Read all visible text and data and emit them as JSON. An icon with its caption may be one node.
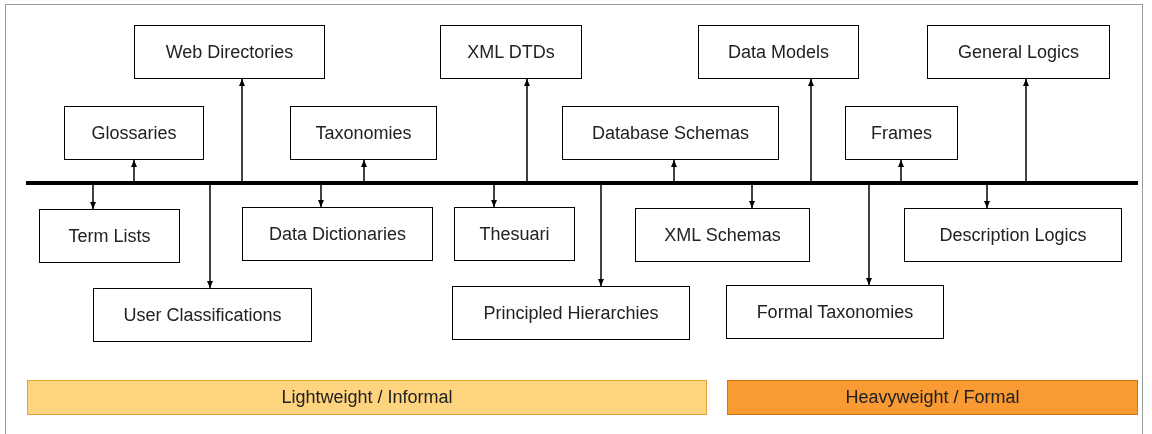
{
  "diagram": {
    "nodes": [
      {
        "text": [
          "Web Directories"
        ]
      },
      {
        "text": [
          "XML DTDs"
        ]
      },
      {
        "text": [
          "Data Models"
        ]
      },
      {
        "text": [
          "General Logics"
        ]
      },
      {
        "text": [
          "Glossaries"
        ]
      },
      {
        "text": [
          "Taxonomies"
        ]
      },
      {
        "text": [
          "Database Schemas"
        ]
      },
      {
        "text": [
          "Frames"
        ]
      },
      {
        "text": [],
        "shape": "bar"
      },
      {
        "text": [
          "Term Lists"
        ]
      },
      {
        "text": [
          "Data Dictionaries"
        ]
      },
      {
        "text": [
          "Thesuari"
        ]
      },
      {
        "text": [
          "XML Schemas"
        ]
      },
      {
        "text": [
          "Description Logics"
        ]
      },
      {
        "text": [
          "User Classifications"
        ]
      },
      {
        "text": [
          "Principled Hierarchies"
        ]
      },
      {
        "text": [
          "Formal Taxonomies"
        ]
      },
      {
        "text": [
          "Lightweight / Informal"
        ]
      },
      {
        "text": [
          "Heavyweight / Formal"
        ]
      }
    ],
    "edges": [
      {
        "from": 8,
        "to": 0,
        "arrow": "to"
      },
      {
        "from": 8,
        "to": 1,
        "arrow": "to"
      },
      {
        "from": 8,
        "to": 2,
        "arrow": "to"
      },
      {
        "from": 8,
        "to": 3,
        "arrow": "to"
      },
      {
        "from": 8,
        "to": 4,
        "arrow": "to"
      },
      {
        "from": 8,
        "to": 5,
        "arrow": "to"
      },
      {
        "from": 8,
        "to": 6,
        "arrow": "to"
      },
      {
        "from": 8,
        "to": 7,
        "arrow": "to"
      },
      {
        "from": 8,
        "to": 9,
        "arrow": "to"
      },
      {
        "from": 8,
        "to": 10,
        "arrow": "to"
      },
      {
        "from": 8,
        "to": 11,
        "arrow": "to"
      },
      {
        "from": 8,
        "to": 12,
        "arrow": "to"
      },
      {
        "from": 8,
        "to": 13,
        "arrow": "to"
      },
      {
        "from": 8,
        "to": 14,
        "arrow": "to"
      },
      {
        "from": 8,
        "to": 15,
        "arrow": "to"
      },
      {
        "from": 8,
        "to": 16,
        "arrow": "to"
      }
    ]
  }
}
